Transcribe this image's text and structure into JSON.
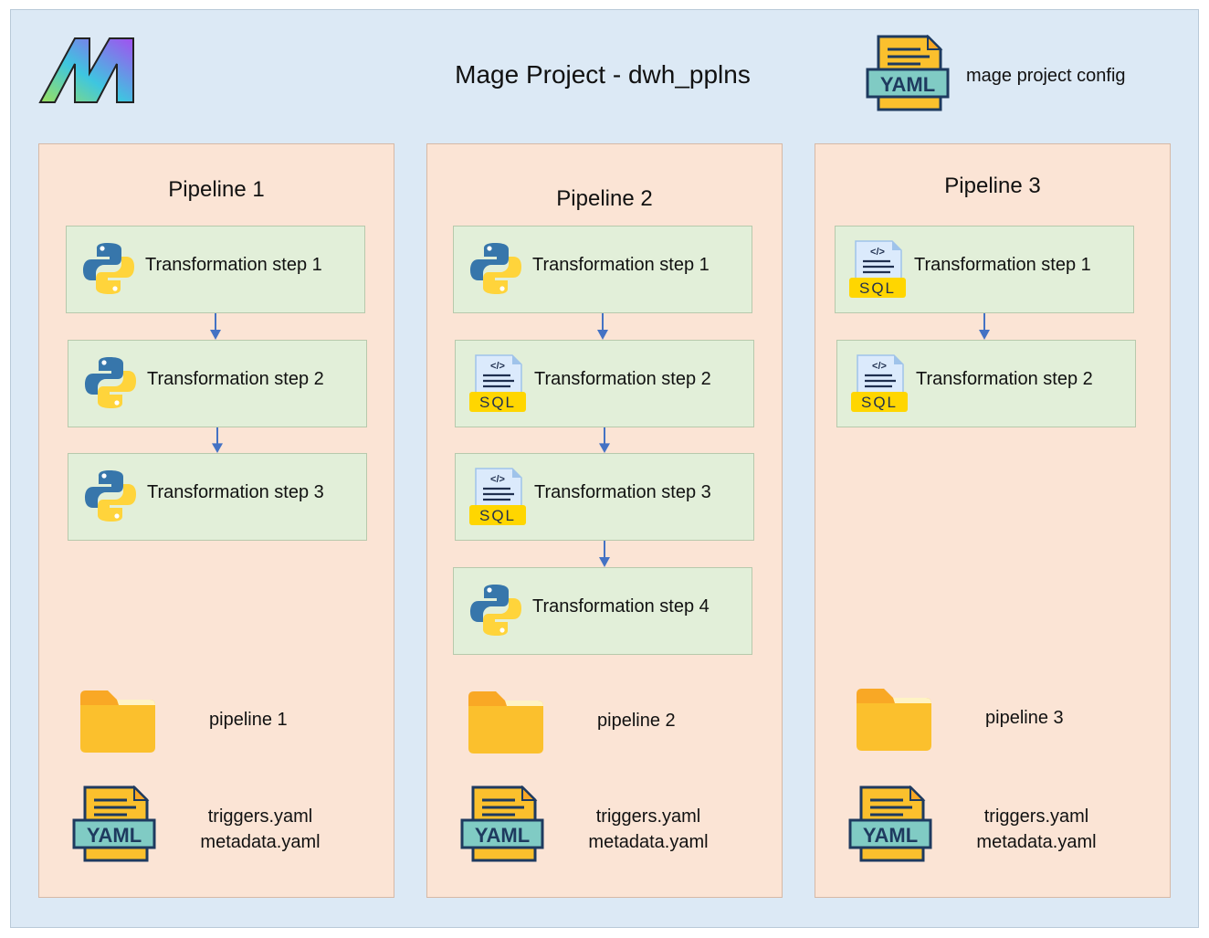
{
  "project": {
    "title": "Mage Project - dwh_pplns",
    "config_label": "mage project config",
    "config_icon": "yaml-file-icon",
    "logo_icon": "mage-logo-icon"
  },
  "pipelines": [
    {
      "title": "Pipeline 1",
      "folder_label": "pipeline 1",
      "files_label_1": "triggers.yaml",
      "files_label_2": "metadata.yaml",
      "steps": [
        {
          "label": "Transformation step 1",
          "icon": "python"
        },
        {
          "label": "Transformation step 2",
          "icon": "python"
        },
        {
          "label": "Transformation step 3",
          "icon": "python"
        }
      ]
    },
    {
      "title": "Pipeline 2",
      "folder_label": "pipeline 2",
      "files_label_1": "triggers.yaml",
      "files_label_2": "metadata.yaml",
      "steps": [
        {
          "label": "Transformation step 1",
          "icon": "python"
        },
        {
          "label": "Transformation step 2",
          "icon": "sql"
        },
        {
          "label": "Transformation step 3",
          "icon": "sql"
        },
        {
          "label": "Transformation step 4",
          "icon": "python"
        }
      ]
    },
    {
      "title": "Pipeline 3",
      "folder_label": "pipeline 3",
      "files_label_1": "triggers.yaml",
      "files_label_2": "metadata.yaml",
      "steps": [
        {
          "label": "Transformation step 1",
          "icon": "sql"
        },
        {
          "label": "Transformation step 2",
          "icon": "sql"
        }
      ]
    }
  ],
  "icon_text": {
    "yaml": "YAML",
    "sql": "SQL",
    "code": "</>"
  },
  "colors": {
    "background": "#dce9f5",
    "pipeline_bg": "#fbe4d5",
    "step_bg": "#e2efd9",
    "arrow": "#4472c4",
    "folder": "#fbc02d",
    "yaml_teal": "#80cbc4",
    "yaml_dark": "#1e3a5f"
  }
}
